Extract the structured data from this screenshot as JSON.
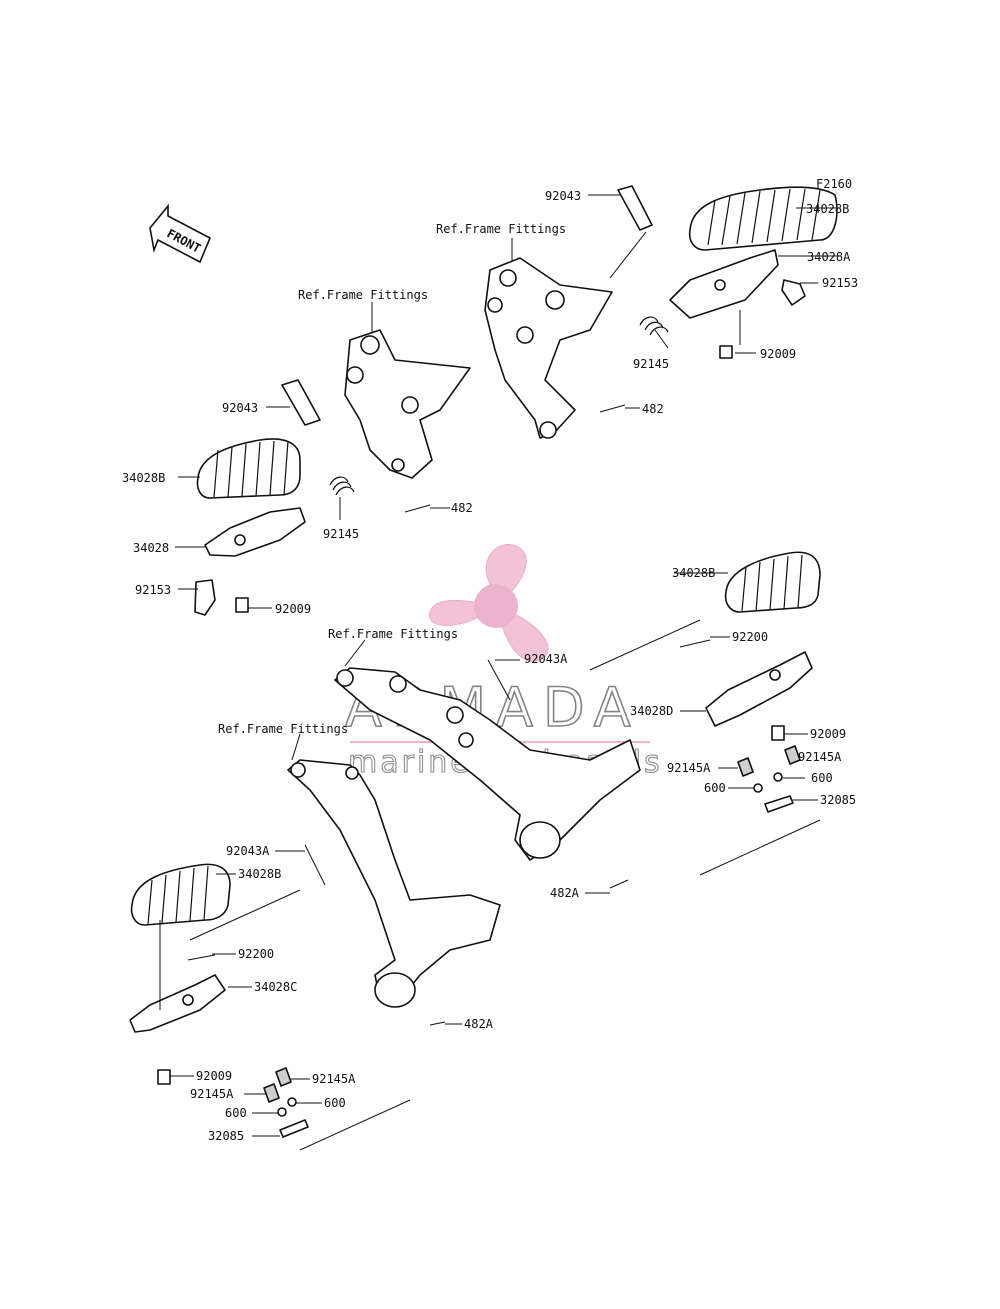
{
  "figure_code": "F2160",
  "front_label": "FRONT",
  "watermark": {
    "title": "ARMADA",
    "subtitle": "marine outboards",
    "accent": "#e9a7c4",
    "accent_dark": "#e07fab",
    "text_color": "#6f6f6f"
  },
  "references": [
    "Ref.Frame Fittings",
    "Ref.Frame Fittings",
    "Ref.Frame Fittings",
    "Ref.Frame Fittings"
  ],
  "labels": [
    "92043",
    "34028B",
    "34028A",
    "92153",
    "92145",
    "92009",
    "482",
    "92043",
    "34028B",
    "34028",
    "92145",
    "92153",
    "92009",
    "482",
    "34028B",
    "92200",
    "92043A",
    "34028D",
    "92009",
    "92145A",
    "92145A",
    "600",
    "600",
    "32085",
    "482A",
    "92043A",
    "34028B",
    "92200",
    "34028C",
    "482A",
    "92009",
    "92145A",
    "92145A",
    "600",
    "600",
    "32085"
  ]
}
